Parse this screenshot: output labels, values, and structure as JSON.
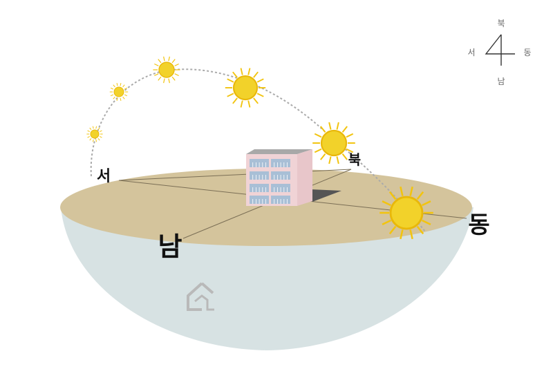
{
  "directions": {
    "west": "서",
    "north": "북",
    "south": "남",
    "east": "동"
  },
  "compass": {
    "north": "북",
    "west": "서",
    "east": "동",
    "south": "남"
  },
  "colors": {
    "ground": "#d4c49c",
    "ground_edge": "#cdbb90",
    "dome": "#d7e2e3",
    "building": "#f0d3d6",
    "building_side": "#e8c6ca",
    "window": "#a8bfd6",
    "shadow": "#555555",
    "sun": "#f2d22a",
    "sun_ray": "#f2c40f",
    "sun_path": "#aaaaaa",
    "watermark": "#b9b9b9"
  },
  "icons": {
    "sun": "sun-icon",
    "building": "building-icon",
    "watermark": "watermark-logo-icon",
    "compass": "compass-icon"
  }
}
